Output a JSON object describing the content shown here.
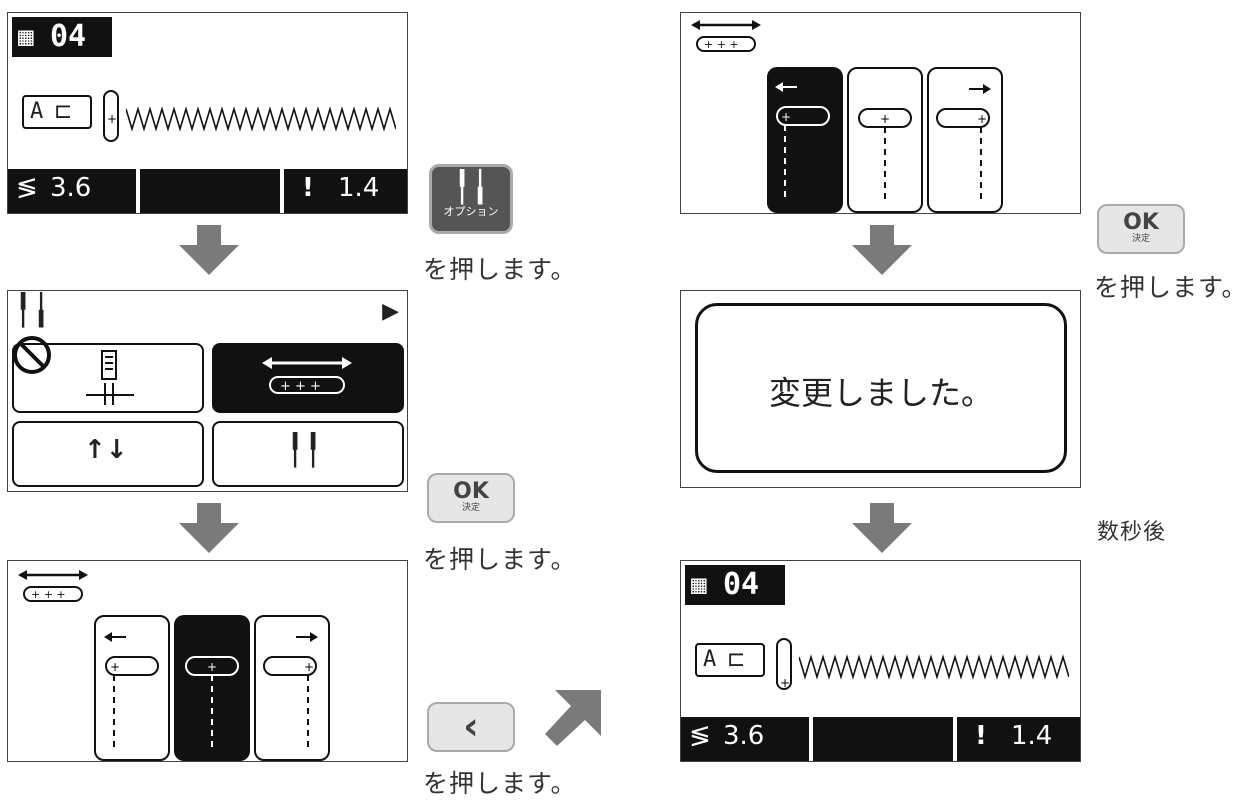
{
  "screen1": {
    "stitch_number": "04",
    "foot_label": "A",
    "width_value": "3.6",
    "length_value": "1.4"
  },
  "options_button": {
    "label": "オプション"
  },
  "caption_press_1": "を押します。",
  "caption_press_2": "を押します。",
  "caption_press_3": "を押します。",
  "caption_press_4": "を押します。",
  "ok_button_1": {
    "label": "OK",
    "sub": "決定"
  },
  "ok_button_2": {
    "label": "OK",
    "sub": "決定"
  },
  "back_button": {
    "label": "‹"
  },
  "confirm_message": "変更しました。",
  "caption_seconds_later": "数秒後",
  "screen_final": {
    "stitch_number": "04",
    "foot_label": "A",
    "width_value": "3.6",
    "length_value": "1.4"
  },
  "colors": {
    "screen_dark": "#111111",
    "arrow_gray": "#7a7a7a",
    "button_gray": "#e6e6e6"
  }
}
